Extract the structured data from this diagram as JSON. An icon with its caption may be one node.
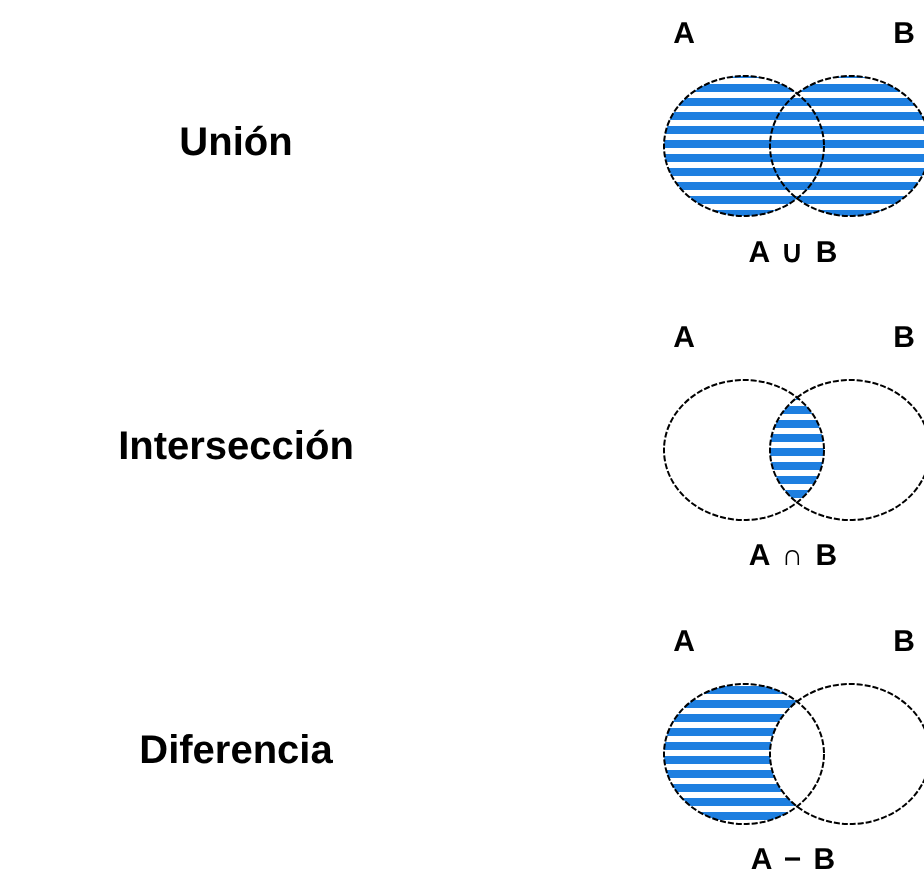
{
  "diagram": {
    "labels": [
      "A",
      "B",
      "Unión",
      "A ∪ B",
      "A",
      "B",
      "Intersección",
      "A ∩ B",
      "A",
      "B",
      "Diferencia",
      "A − B"
    ]
  }
}
